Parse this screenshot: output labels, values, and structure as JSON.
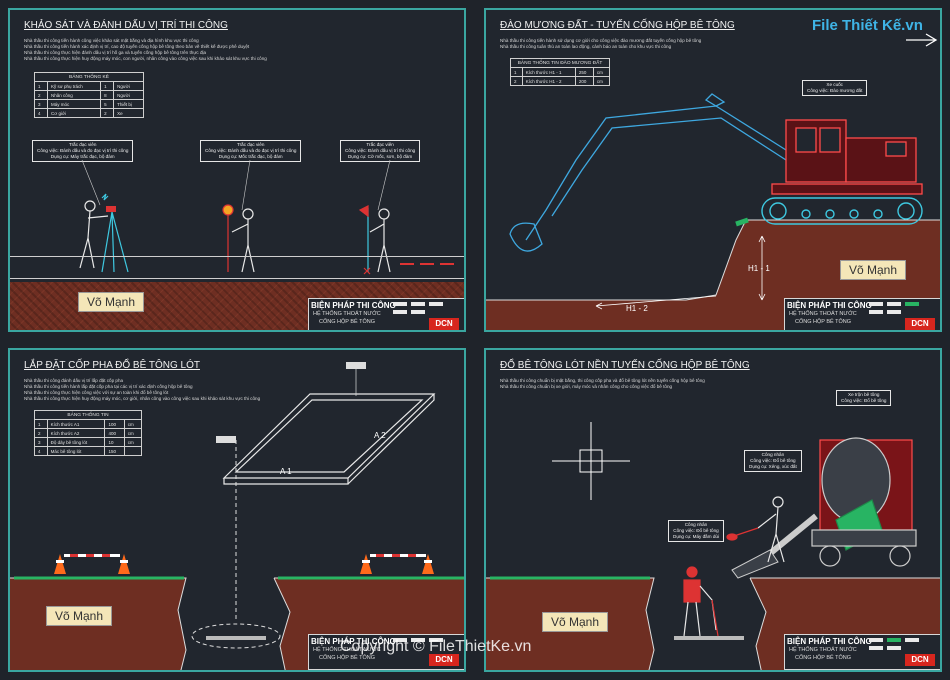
{
  "watermark": {
    "brand": "File Thiết Kế.vn",
    "copyright": "Copyright © FileThietKe.vn"
  },
  "author_tag": "Võ Mạnh",
  "title_block": {
    "main": "BIỆN PHÁP THI CÔNG",
    "sub1": "HỆ THỐNG THOÁT NƯỚC",
    "sub2": "CỐNG HỘP BÊ TÔNG",
    "logo": "DCN"
  },
  "panels": [
    {
      "title": "KHẢO SÁT VÀ ĐÁNH DẤU VỊ TRÍ THI CÔNG",
      "notes": [
        "Nhà thầu thi công tiến hành công việc khảo sát mặt bằng và địa hình khu vực thi công",
        "Nhà thầu thi công tiến hành xác định vị trí, cao độ tuyến cống hộp bê tông theo bản vẽ thiết kế được phê duyệt",
        "Nhà thầu thi công thực hiện đánh dấu vị trí hố ga và tuyến cống hộp bê tông trên thực địa",
        "Nhà thầu thi công thực hiện huy động máy móc, con người, nhân công vào công việc sau khi khảo sát khu vực thi công"
      ],
      "table": {
        "caption": "BẢNG THỐNG KÊ",
        "rows": [
          [
            "1",
            "Kỹ sư phụ trách",
            "1",
            "Người"
          ],
          [
            "2",
            "Nhân công",
            "8",
            "Người"
          ],
          [
            "3",
            "Máy móc",
            "5",
            "Thiết bị"
          ],
          [
            "4",
            "Cơ giới",
            "2",
            "Xe"
          ]
        ]
      },
      "callouts": [
        [
          "Trắc đạc viên",
          "Công việc: Đánh dấu và đo đạc vị trí thi công",
          "Dụng cụ: Máy trắc đạc, bộ đàm"
        ],
        [
          "Trắc đạc viên",
          "Công việc: Đánh dấu và đo đạc vị trí thi công",
          "Dụng cụ: Mốc trắc đạc, bộ đàm"
        ],
        [
          "Trắc đạc viên",
          "Công việc: Đánh dấu vị trí thi công",
          "Dụng cụ: Cờ mốc, sơn, bộ đàm"
        ]
      ]
    },
    {
      "title": "ĐÀO MƯƠNG ĐẤT - TUYẾN CỐNG HỘP BÊ TÔNG",
      "notes": [
        "Nhà thầu thi công tiến hành sử dụng cơ giới cho công việc đào mương đất tuyến cống hộp bê tông",
        "Nhà thầu thi công tuân thủ an toàn lao động, cảnh báo an toàn cho khu vực thi công"
      ],
      "table": {
        "caption": "BẢNG THỐNG TIN ĐÀO MƯƠNG ĐẤT",
        "rows": [
          [
            "1",
            "Kích thước H1 - 1",
            "250",
            "cm"
          ],
          [
            "2",
            "Kích thước H1 - 2",
            "200",
            "cm"
          ]
        ]
      },
      "callouts": [
        [
          "Xe cuốc",
          "Công việc: Đào mương đất"
        ]
      ],
      "dims": [
        "H1 - 1",
        "H1 - 2"
      ]
    },
    {
      "title": "LẮP ĐẶT CỐP PHA ĐỔ BÊ TÔNG LÓT",
      "notes": [
        "Nhà thầu thi công đánh dấu vị trí lắp đặt cốp pha",
        "Nhà thầu thi công tiến hành lắp đặt cốp pha tại các vị trí xác định cống hộp bê tông",
        "Nhà thầu thi công thực hiện công việc với sự an toàn khi đổ bê tông lót",
        "Nhà thầu thi công thực hiện huy động máy móc, cơ giới, nhân công vào công việc sau khi khảo sát khu vực thi công"
      ],
      "table": {
        "caption": "BẢNG THỐNG TIN",
        "rows": [
          [
            "1",
            "Kích thước A1",
            "100",
            "cm"
          ],
          [
            "2",
            "Kích thước A2",
            "400",
            "cm"
          ],
          [
            "3",
            "Độ dày bê tông lót",
            "10",
            "cm"
          ],
          [
            "4",
            "Mác bê tông lót",
            "150",
            ""
          ]
        ]
      },
      "dims": [
        "A 1",
        "A 2"
      ]
    },
    {
      "title": "ĐỔ BÊ TÔNG LÓT NỀN TUYẾN CỐNG HỘP BÊ TÔNG",
      "notes": [
        "Nhà thầu thi công chuẩn bị mặt bằng, thi công cốp pha và đổ bê tông lót nền tuyến cống hộp bê tông",
        "Nhà thầu thi công chuẩn bị xe giới, máy móc và nhân công cho công việc đổ bê tông"
      ],
      "callouts": [
        [
          "Xe trộn bê tông",
          "Công việc: Đổ bê tông"
        ],
        [
          "Công nhân",
          "Công việc: Đổ bê tông",
          "Dụng cụ: Xẻng, xúc đất"
        ],
        [
          "Công nhân",
          "Công việc: Đổ bê tông",
          "Dụng cụ: Máy đầm dùi"
        ]
      ]
    }
  ]
}
